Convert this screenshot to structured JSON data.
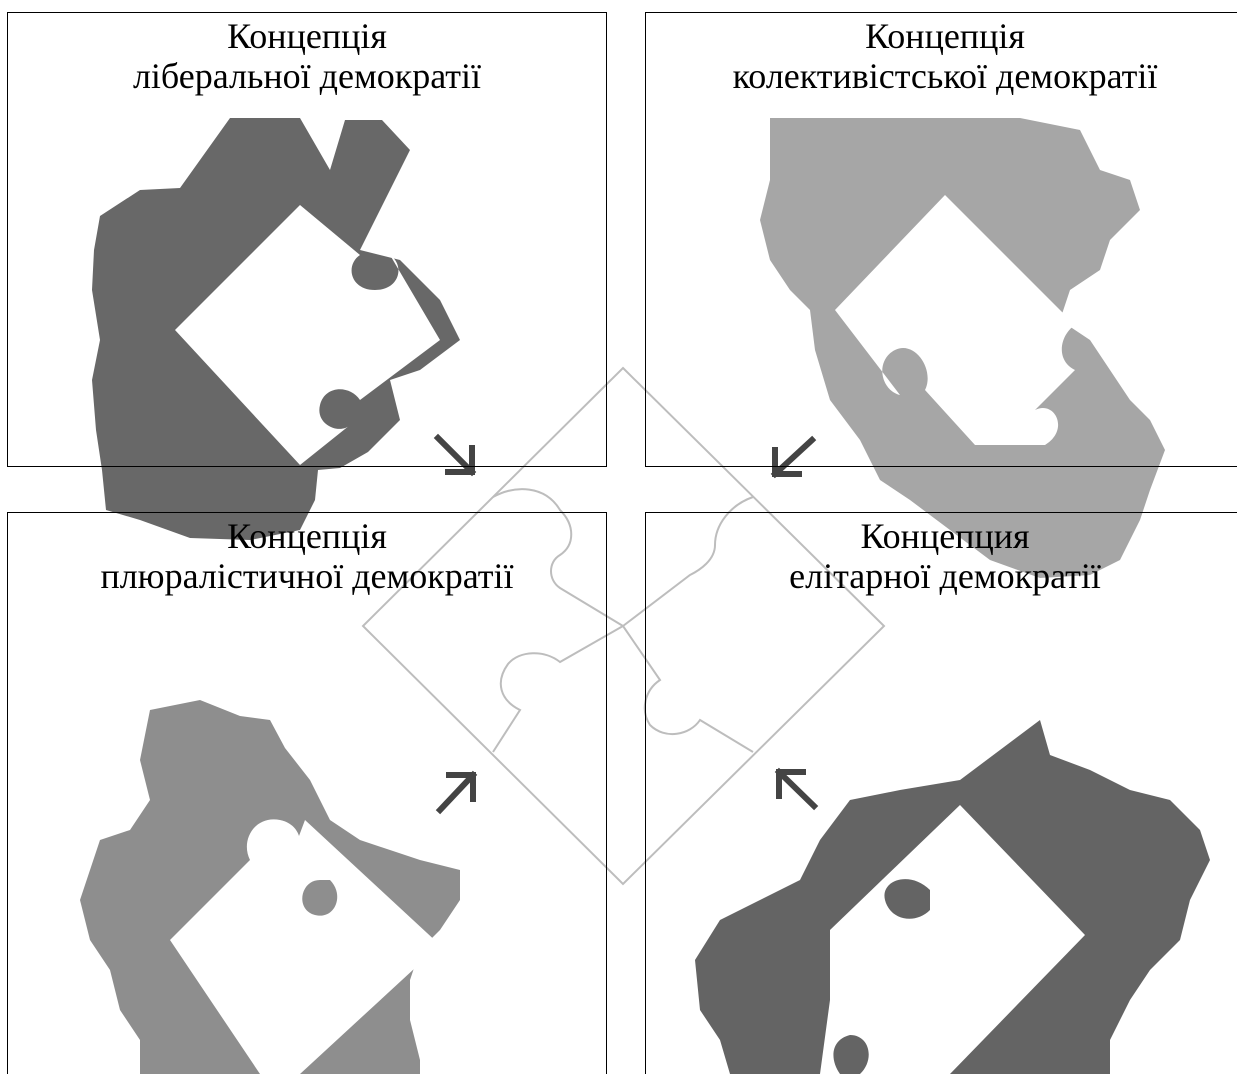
{
  "concepts": {
    "liberal": {
      "line1": "Концепція",
      "line2": "ліберальної демократії"
    },
    "collectivist": {
      "line1": "Концепція",
      "line2": "колективістської демократії"
    },
    "pluralist": {
      "line1": "Концепція",
      "line2": "плюралістичної демократії"
    },
    "elite": {
      "line1": "Концепция",
      "line2": "елітарної демократії"
    }
  },
  "colors": {
    "liberal_fill": "#686868",
    "collectivist_fill": "#a6a6a6",
    "pluralist_fill": "#8e8e8e",
    "elite_fill": "#646464",
    "outline": "#bdbdbd",
    "arrow": "#444444"
  },
  "icons": [
    "puzzle-outline-icon",
    "arrow-down-right-icon",
    "arrow-down-left-icon",
    "arrow-up-right-icon",
    "arrow-up-left-icon"
  ]
}
